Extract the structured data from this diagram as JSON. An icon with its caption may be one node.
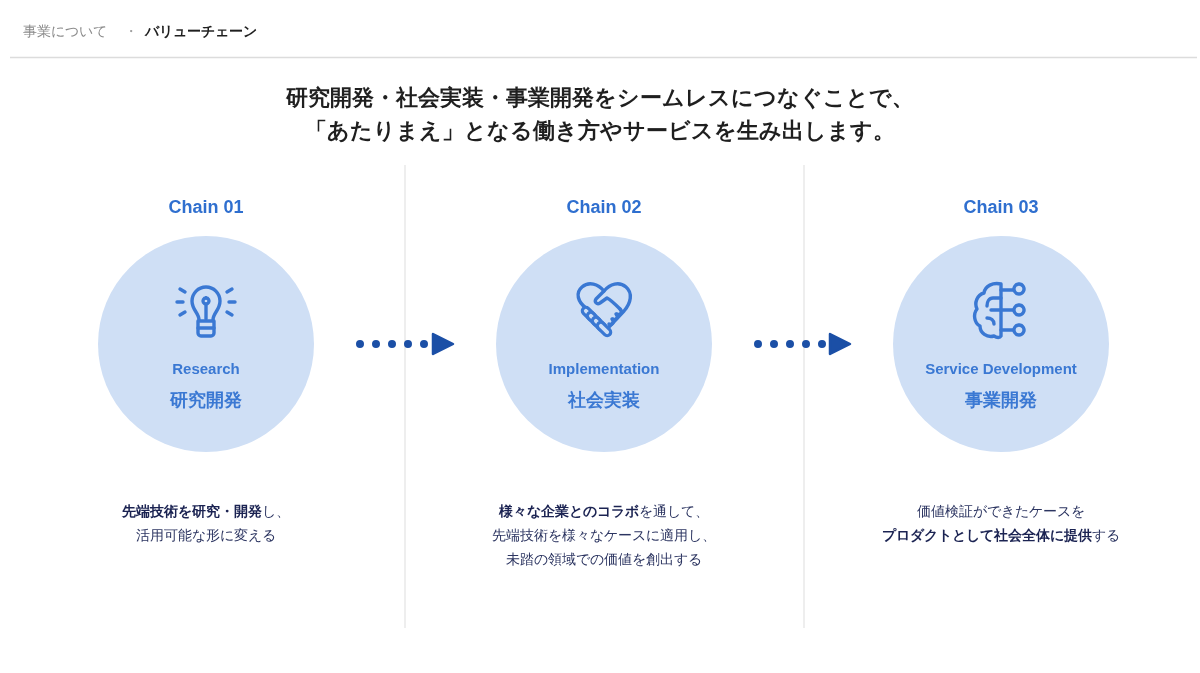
{
  "diagram": {
    "title": "研究開発・社会実装・事業開発をシームレスにつなぐことで、「あたりまえ」となる働き方やサービスを生み出します。",
    "nodes": [
      {
        "text": [
          "Research",
          "研究開発"
        ],
        "beside": [
          "Chain 01",
          "**先端技術を研究・開発**し、活用可能な形に変える"
        ]
      },
      {
        "text": [
          "Implementation",
          "社会実装"
        ],
        "beside": [
          "Chain 02",
          "**様々な企業とのコラボ**を通して、先端技術を様々なケースに適用し、未踏の領域での価値を創出する"
        ]
      },
      {
        "text": [
          "Service Development",
          "事業開発"
        ],
        "beside": [
          "Chain 03",
          "価値検証ができたケースを**プロダクトとして社会全体に提供**する"
        ]
      }
    ],
    "edges": [
      {
        "from": 0,
        "to": 1,
        "arrow": "to",
        "style": "dashed"
      },
      {
        "from": 1,
        "to": 2,
        "arrow": "to",
        "style": "dashed"
      }
    ],
    "labels": [
      "事業について",
      "・",
      "バリューチェーン"
    ]
  }
}
